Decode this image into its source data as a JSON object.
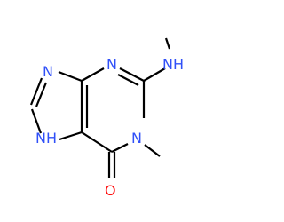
{
  "molecule": {
    "atoms": {
      "n_imidazole": "N",
      "n_pyrimidine_top": "N",
      "nh_amino": "NH",
      "n_methyl_ring": "N",
      "nh_imidazole": "NH",
      "o_carbonyl": "O"
    },
    "colors": {
      "bond": "#000000",
      "nitrogen": "#3050f8",
      "oxygen": "#ff0d0d"
    }
  }
}
